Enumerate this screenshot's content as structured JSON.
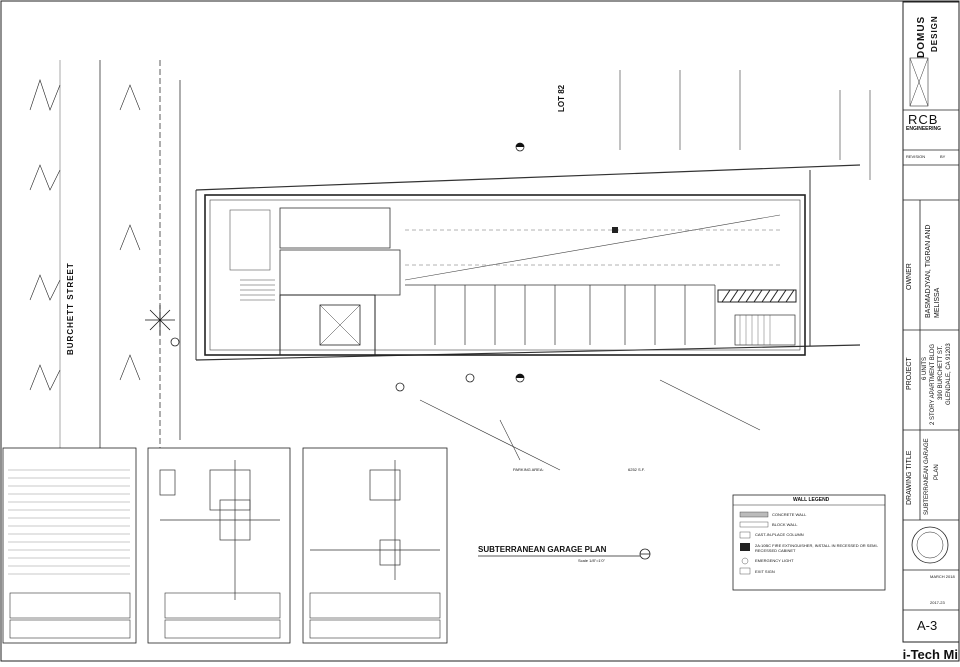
{
  "plan": {
    "street_name": "BURCHETT   STREET",
    "lot_label": "LOT 82",
    "drawing_title": "SUBTERRANEAN GARAGE PLAN",
    "scale": "Scale 1/8\"=1'0\"",
    "parking_area": "PARKING AREA:",
    "parking_value": "6252 S.F."
  },
  "firm": {
    "name_line1": "DOMUS",
    "name_line2": "DESIGN",
    "engineering": "RCB",
    "engineering_sub": "ENGINEERING"
  },
  "title_block": {
    "revision_label": "REVISION",
    "by_label": "BY",
    "owner_heading": "OWNER",
    "owner_names": "BASMADJYAN, TIGRAN AND MELISSA",
    "project_heading": "PROJECT",
    "project_line1": "6 UNITS",
    "project_line2": "2 STORY APARTMENT BLDG",
    "project_line3": "390 BURCHETT ST.",
    "project_line4": "GLENDALE, CA 91203",
    "drawing_heading": "DRAWING TITLE",
    "drawing_line1": "SUBTERRANEAN GARAGE",
    "drawing_line2": "PLAN",
    "sheet_number": "A-3",
    "date_value": "MARCH 2018",
    "job_value": "2017-23"
  },
  "legend": {
    "title": "WALL LEGEND",
    "items": [
      "CONCRETE WALL",
      "BLOCK WALL",
      "CAST-IN-PLACE COLUMN",
      "2A:10BC FIRE EXTINGUISHER, INSTALL IN RECESSED OR SEMI-RECESSED CABINET",
      "EMERGENCY LIGHT",
      "EXIT SIGN"
    ]
  },
  "watermark": "i-Tech Mi"
}
